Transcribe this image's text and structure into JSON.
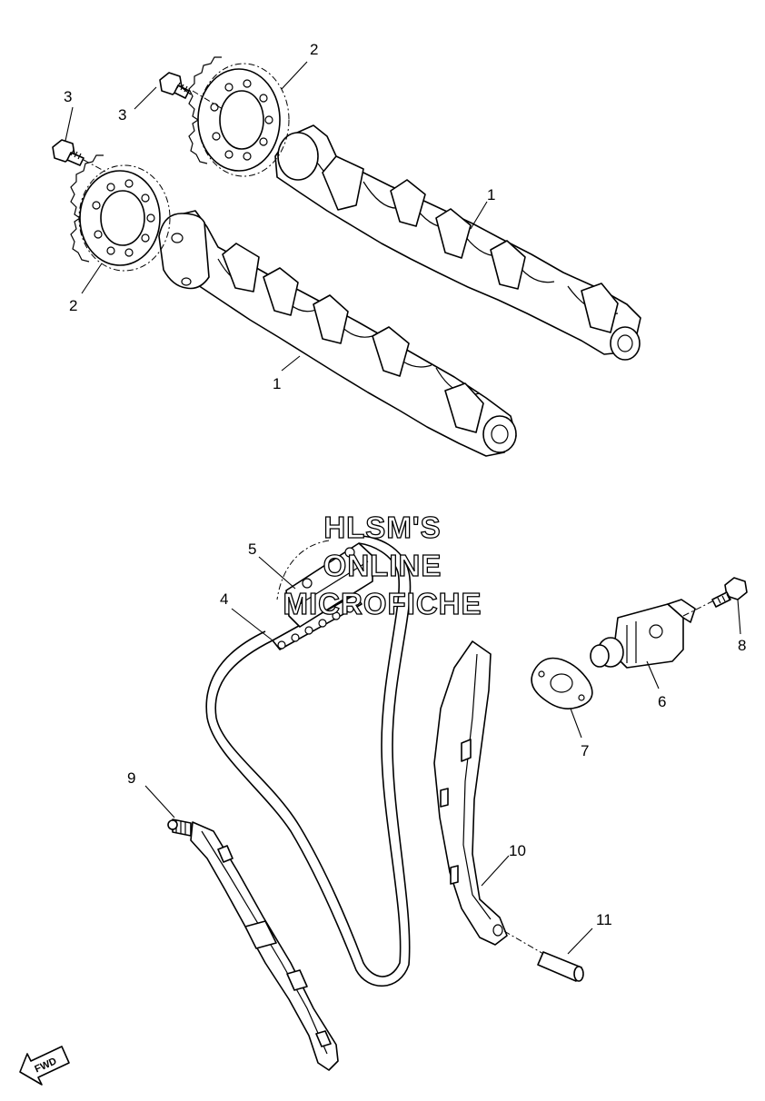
{
  "watermark": {
    "line1": "HLSM'S",
    "line2": "ONLINE",
    "line3": "MICROFICHE"
  },
  "direction_badge": "FWD",
  "callouts": [
    {
      "id": "1",
      "part": "camshaft-upper"
    },
    {
      "id": "1",
      "part": "camshaft-lower"
    },
    {
      "id": "2",
      "part": "sprocket-upper"
    },
    {
      "id": "2",
      "part": "sprocket-lower"
    },
    {
      "id": "3",
      "part": "bolt-upper"
    },
    {
      "id": "3",
      "part": "bolt-lower"
    },
    {
      "id": "4",
      "part": "timing-chain"
    },
    {
      "id": "5",
      "part": "chain-guide-top"
    },
    {
      "id": "6",
      "part": "tensioner"
    },
    {
      "id": "7",
      "part": "gasket"
    },
    {
      "id": "8",
      "part": "tensioner-bolt"
    },
    {
      "id": "9",
      "part": "guide-bolt"
    },
    {
      "id": "10",
      "part": "tensioner-guide"
    },
    {
      "id": "11",
      "part": "pin"
    }
  ]
}
